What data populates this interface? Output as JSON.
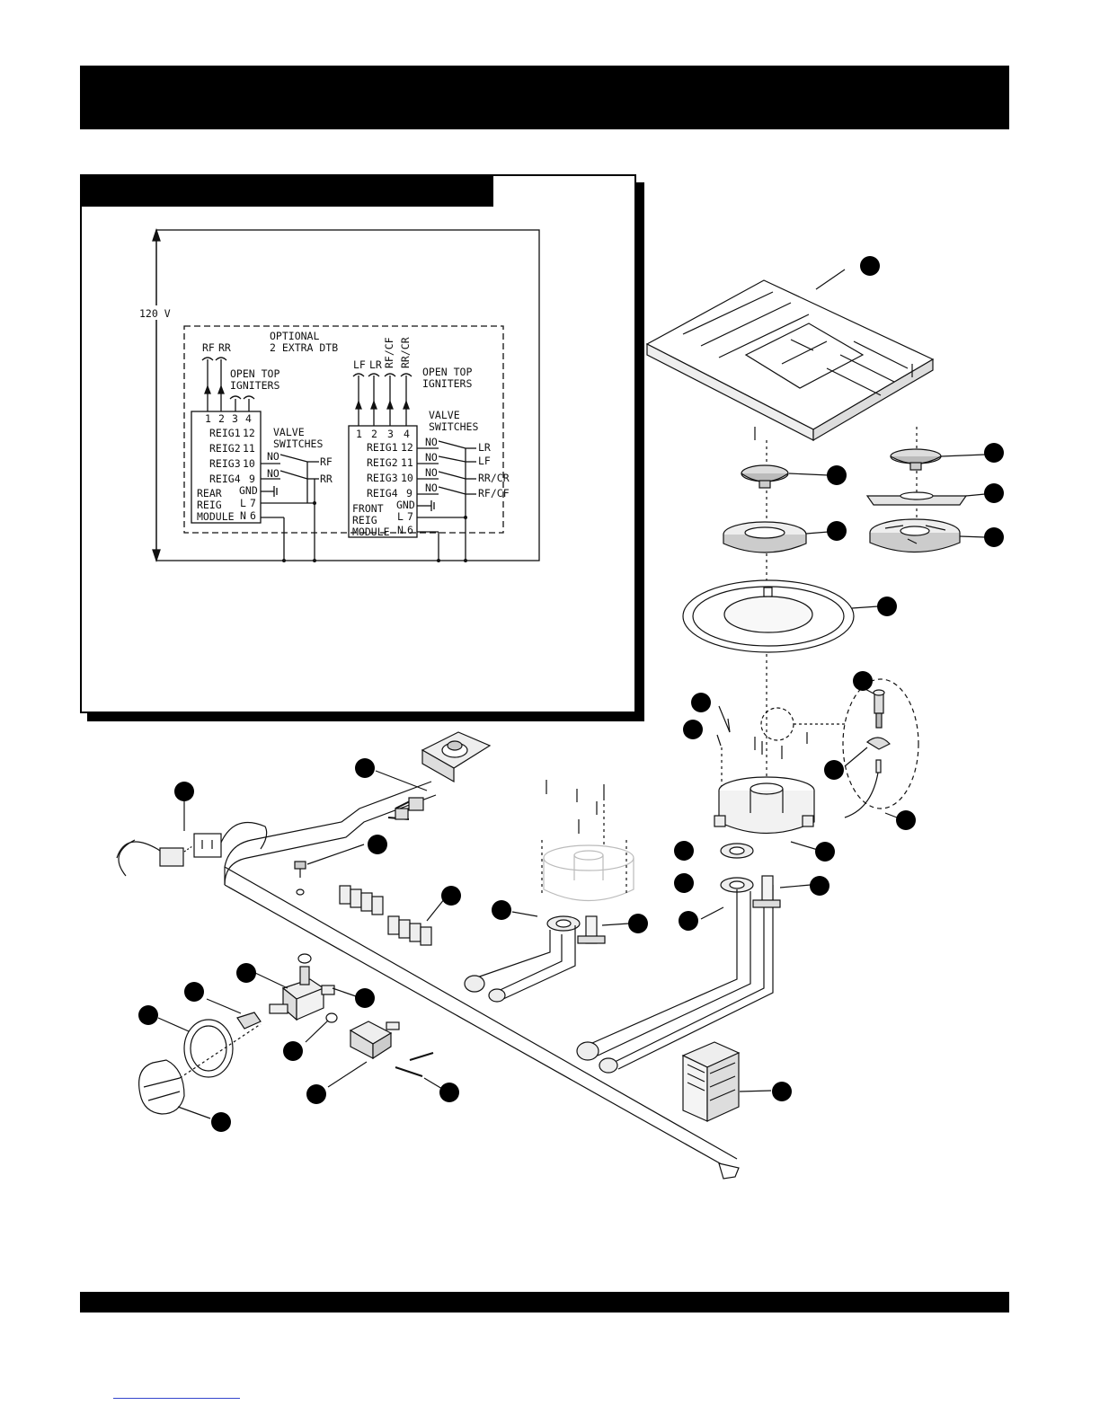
{
  "wiring": {
    "voltage": "120 V",
    "optional_l1": "OPTIONAL",
    "optional_l2": "2 EXTRA DTB",
    "rear_igniters": {
      "top1": "RF",
      "top2": "RR",
      "l1": "OPEN TOP",
      "l2": "IGNITERS",
      "terminals": [
        "1",
        "2",
        "3",
        "4"
      ]
    },
    "rear_rows": [
      {
        "label": "REIG1",
        "num": "12"
      },
      {
        "label": "REIG2",
        "num": "11"
      },
      {
        "label": "REIG3",
        "num": "10"
      },
      {
        "label": "REIG4",
        "num": "9"
      },
      {
        "label": "GND",
        "num": ""
      },
      {
        "label": "L",
        "num": "7"
      },
      {
        "label": "N",
        "num": "6"
      }
    ],
    "rear_module": [
      "REAR",
      "REIG",
      "MODULE"
    ],
    "rear_switches": {
      "l1": "VALVE",
      "l2": "SWITCHES",
      "no": "NO",
      "out1": "RF",
      "out2": "RR"
    },
    "front_igniters": {
      "top1": "LF",
      "top2": "LR",
      "top3": "RF/CF",
      "top4": "RR/CR",
      "l1": "OPEN TOP",
      "l2": "IGNITERS",
      "terminals": [
        "1",
        "2",
        "3",
        "4"
      ]
    },
    "front_rows": [
      {
        "label": "REIG1",
        "num": "12"
      },
      {
        "label": "REIG2",
        "num": "11"
      },
      {
        "label": "REIG3",
        "num": "10"
      },
      {
        "label": "REIG4",
        "num": "9"
      },
      {
        "label": "GND",
        "num": ""
      },
      {
        "label": "L",
        "num": "7"
      },
      {
        "label": "N",
        "num": "6"
      }
    ],
    "front_module": [
      "FRONT",
      "REIG",
      "MODULE"
    ],
    "front_switches": {
      "l1": "VALVE",
      "l2": "SWITCHES",
      "no": "NO",
      "outs": [
        "LR",
        "LF",
        "RR/CR",
        "RF/CF"
      ]
    }
  },
  "colors": {
    "ink": "#000000",
    "link": "#3344cc"
  },
  "icons": [
    "part-callout-icon",
    "burner-grate-icon",
    "burner-cap-icon",
    "burner-head-icon",
    "drip-pan-icon",
    "igniter-icon",
    "burner-base-icon",
    "gas-manifold-icon",
    "valve-icon",
    "knob-icon",
    "power-cord-icon",
    "reig-module-icon",
    "terminal-block-icon",
    "screw-icon"
  ]
}
